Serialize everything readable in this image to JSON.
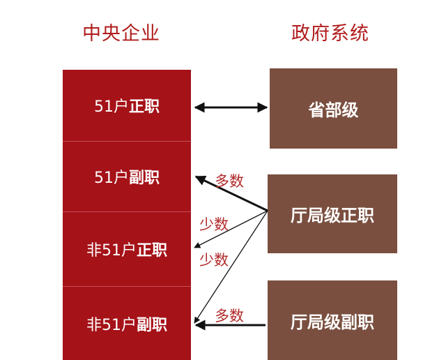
{
  "headings": {
    "left": "中央企业",
    "right": "政府系统"
  },
  "central": [
    {
      "prefix": "51户",
      "rank": "正职"
    },
    {
      "prefix": "51户",
      "rank": "副职"
    },
    {
      "prefix": "非51户",
      "rank": "正职"
    },
    {
      "prefix": "非51户",
      "rank": "副职"
    }
  ],
  "government": [
    {
      "label": "省部级"
    },
    {
      "label": "厅局级正职"
    },
    {
      "label": "厅局级副职"
    }
  ],
  "annotations": {
    "majority_top": "多数",
    "minority_1": "少数",
    "minority_2": "少数",
    "majority_bottom": "多数"
  },
  "colors": {
    "central_fill": "#a51218",
    "government_fill": "#7a4f3f",
    "heading": "#b01c1c",
    "arrow": "#111111"
  }
}
